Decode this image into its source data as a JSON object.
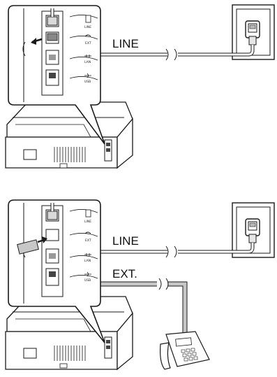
{
  "diagram_top": {
    "line_label": "LINE",
    "port_icons": [
      {
        "icon": "line-port-icon",
        "text": "LINE"
      },
      {
        "icon": "ext-port-icon",
        "text": "EXT"
      },
      {
        "icon": "lan-port-icon",
        "text": "LAN"
      },
      {
        "icon": "usb-port-icon",
        "text": "USB"
      }
    ]
  },
  "diagram_bottom": {
    "line_label": "LINE",
    "ext_label": "EXT.",
    "port_icons": [
      {
        "icon": "line-port-icon",
        "text": "LINE"
      },
      {
        "icon": "ext-port-icon",
        "text": "EXT"
      },
      {
        "icon": "lan-port-icon",
        "text": "LAN"
      },
      {
        "icon": "usb-port-icon",
        "text": "USB"
      }
    ]
  },
  "colors": {
    "stroke": "#1a1a1a",
    "cable_fill": "#ffffff",
    "ext_cable_fill": "#c7c7c7",
    "jack_fill": "#d9d9d9"
  }
}
